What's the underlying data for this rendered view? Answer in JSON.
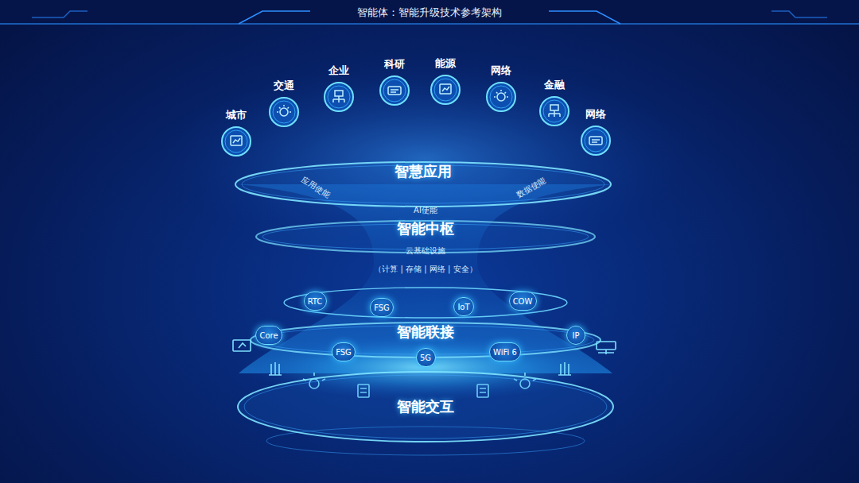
{
  "diagram": {
    "title": "智能体：智能升级技术参考架构",
    "nodes": [
      {
        "text": [
          "城市"
        ]
      },
      {
        "text": [
          "交通"
        ]
      },
      {
        "text": [
          "企业"
        ]
      },
      {
        "text": [
          "科研"
        ]
      },
      {
        "text": [
          "能源"
        ]
      },
      {
        "text": [
          "网络"
        ]
      },
      {
        "text": [
          "金融"
        ]
      },
      {
        "text": [
          "网络"
        ]
      },
      {
        "text": [
          "智慧应用"
        ]
      },
      {
        "text": [
          "智能中枢"
        ]
      },
      {
        "text": [
          "RTC"
        ]
      },
      {
        "text": [
          "FSG"
        ]
      },
      {
        "text": [
          "IoT"
        ]
      },
      {
        "text": [
          "COW"
        ]
      },
      {
        "text": [
          "智能联接"
        ]
      },
      {
        "text": [
          "Core"
        ]
      },
      {
        "text": [
          "FSG"
        ]
      },
      {
        "text": [
          "5G"
        ]
      },
      {
        "text": [
          "WiFi 6"
        ]
      },
      {
        "text": [
          "IP"
        ]
      },
      {
        "text": [
          "智能交互"
        ]
      }
    ],
    "labels": [
      "应用使能",
      "数据使能",
      "AI使能",
      "云基础设施",
      "（计算 | 存储 | 网络 | 安全）"
    ]
  }
}
